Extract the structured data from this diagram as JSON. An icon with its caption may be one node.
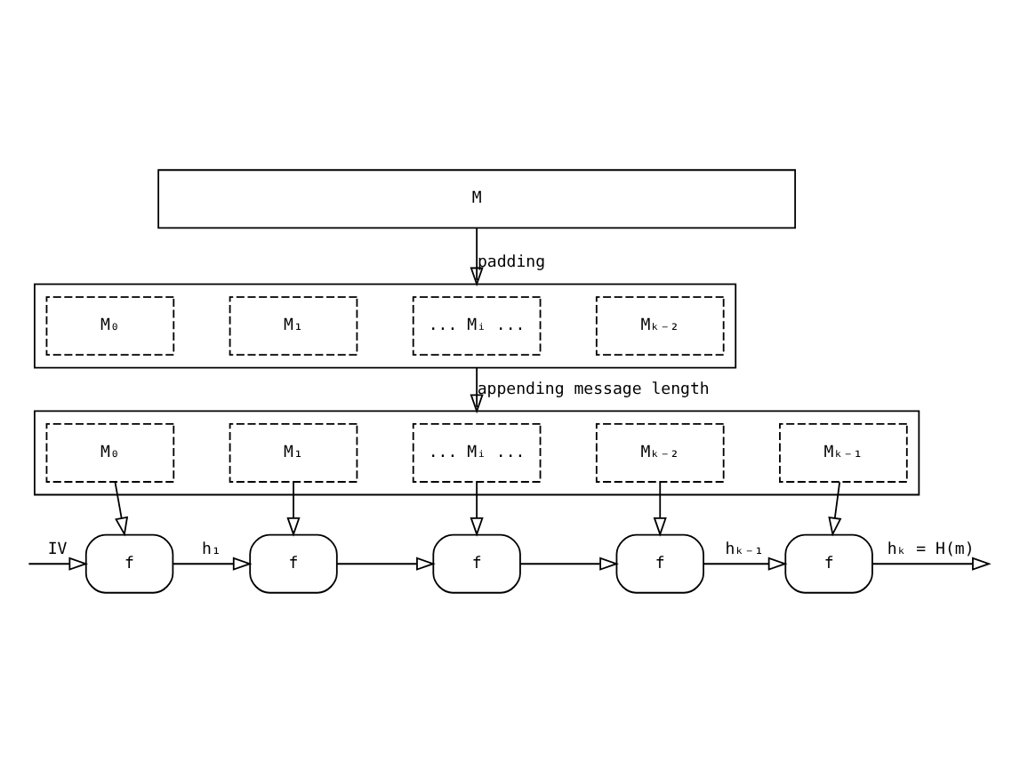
{
  "diagram": {
    "nodes": [
      {
        "text": [
          "M"
        ]
      },
      {
        "text": [],
        "shape": "box"
      },
      {
        "text": [
          "M₀"
        ],
        "in": 1
      },
      {
        "text": [
          "M₁"
        ],
        "in": 1
      },
      {
        "text": [
          "... Mᵢ ..."
        ],
        "in": 1
      },
      {
        "text": [
          "Mₖ₋₂"
        ],
        "in": 1
      },
      {
        "text": [],
        "shape": "box"
      },
      {
        "text": [
          "M₀"
        ],
        "in": 6
      },
      {
        "text": [
          "M₁"
        ],
        "in": 6
      },
      {
        "text": [
          "... Mᵢ ..."
        ],
        "in": 6
      },
      {
        "text": [
          "Mₖ₋₂"
        ],
        "in": 6
      },
      {
        "text": [
          "Mₖ₋₁"
        ],
        "in": 6
      },
      {
        "text": [
          "f"
        ]
      },
      {
        "text": [
          "f"
        ]
      },
      {
        "text": [
          "f"
        ]
      },
      {
        "text": [
          "f"
        ]
      },
      {
        "text": [
          "f"
        ]
      }
    ],
    "edges": [
      {
        "from": 0,
        "to": 1,
        "arrow": "to",
        "label": "padding"
      },
      {
        "from": 1,
        "to": 6,
        "arrow": "to",
        "label": "appending message length"
      },
      {
        "from": 7,
        "to": 12,
        "arrow": "to"
      },
      {
        "from": 8,
        "to": 13,
        "arrow": "to"
      },
      {
        "from": 9,
        "to": 14,
        "arrow": "to"
      },
      {
        "from": 10,
        "to": 15,
        "arrow": "to"
      },
      {
        "from": 11,
        "to": 16,
        "arrow": "to"
      },
      {
        "from": null,
        "to": 12,
        "arrow": "to",
        "label": "IV"
      },
      {
        "from": 12,
        "to": 13,
        "arrow": "to",
        "label": "h₁"
      },
      {
        "from": 13,
        "to": 14,
        "arrow": "to"
      },
      {
        "from": 14,
        "to": 15,
        "arrow": "to"
      },
      {
        "from": 15,
        "to": 16,
        "arrow": "to",
        "label": "hₖ₋₁"
      },
      {
        "from": 16,
        "to": null,
        "arrow": "to",
        "label": "hₖ = H(m)"
      }
    ]
  }
}
